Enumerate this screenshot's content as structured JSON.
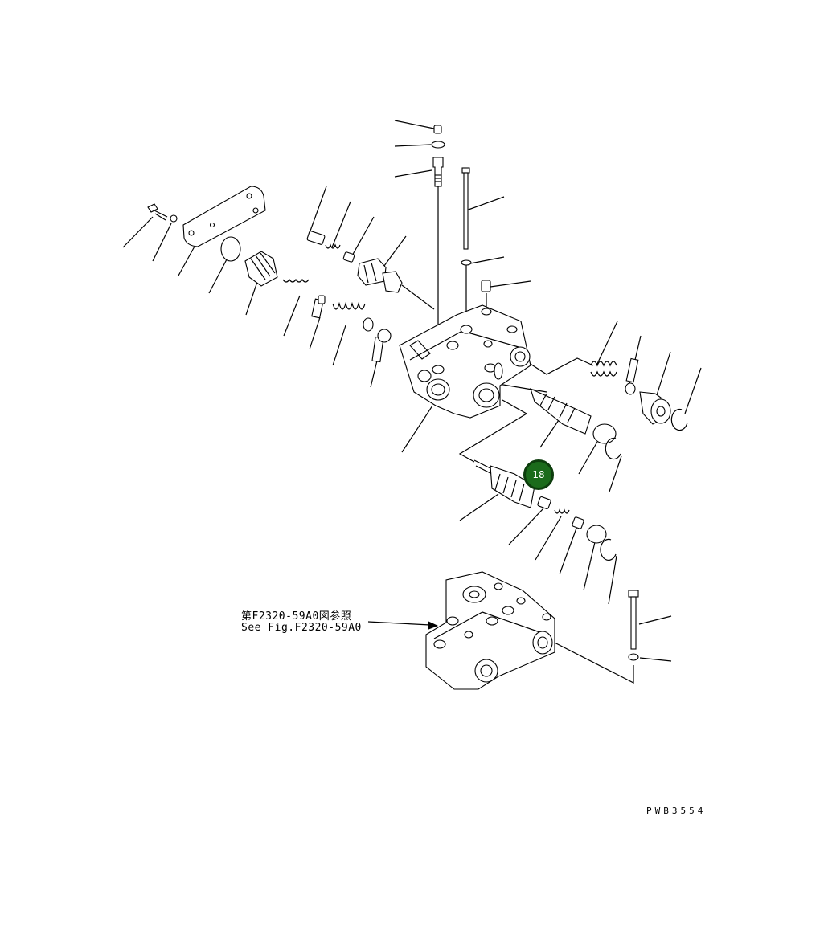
{
  "reference": {
    "jp": "第F2320-59A0図参照",
    "en": "See Fig.F2320-59A0"
  },
  "callout": {
    "number": "18",
    "color": "#1b6b1b"
  },
  "drawing_code": "PWB3554"
}
